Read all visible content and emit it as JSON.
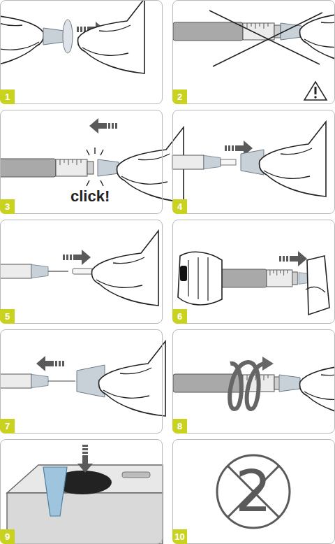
{
  "diagram": {
    "nodes": [
      {
        "text": [
          "1"
        ]
      },
      {
        "text": [
          "2"
        ]
      },
      {
        "text": [
          "3",
          "click!"
        ]
      },
      {
        "text": [
          "4"
        ]
      },
      {
        "text": [
          "5"
        ]
      },
      {
        "text": [
          "6"
        ]
      },
      {
        "text": [
          "7"
        ]
      },
      {
        "text": [
          "8"
        ]
      },
      {
        "text": [
          "9"
        ]
      },
      {
        "text": [
          "10"
        ]
      }
    ],
    "labels": [
      "2"
    ]
  }
}
